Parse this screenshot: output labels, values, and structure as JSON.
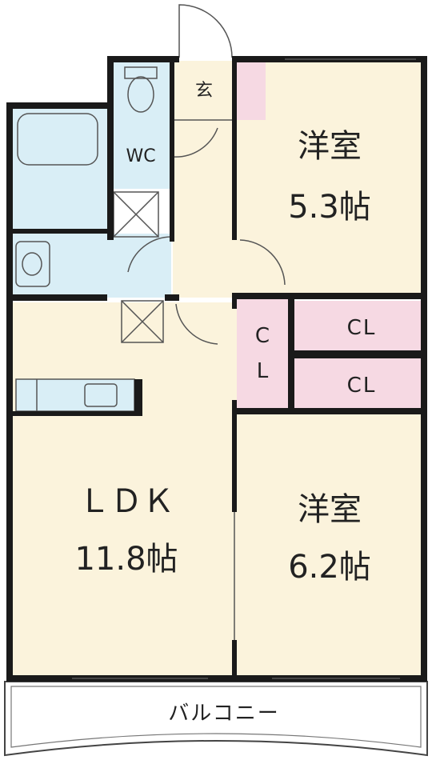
{
  "colors": {
    "wall": "#1a1a1a",
    "living_floor": "#fbf3dc",
    "wet_area": "#d9eef6",
    "closet": "#f6d9e3",
    "balcony": "#ffffff",
    "line": "#555555"
  },
  "rooms": {
    "genkan": {
      "label": "玄"
    },
    "wc": {
      "label": "WC"
    },
    "western_top": {
      "name": "洋室",
      "size": "5.3帖"
    },
    "ldk": {
      "name": "ＬＤＫ",
      "size": "11.8帖"
    },
    "western_bottom": {
      "name": "洋室",
      "size": "6.2帖"
    },
    "closet_left": {
      "label_top": "C",
      "label_bottom": "L"
    },
    "closet_upper": {
      "label": "CL"
    },
    "closet_lower": {
      "label": "CL"
    },
    "balcony": {
      "label": "バルコニー"
    }
  }
}
